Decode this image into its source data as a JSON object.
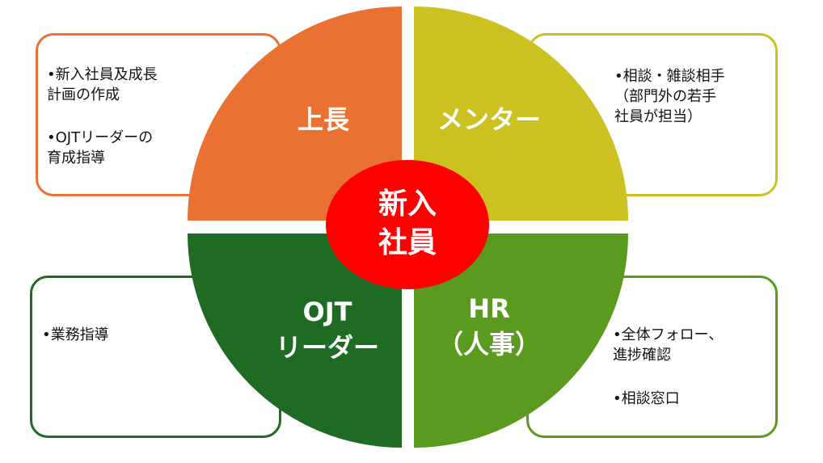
{
  "center": {
    "line1": "新入",
    "line2": "社員",
    "color": "#FF0000"
  },
  "quadrants": {
    "supervisor": {
      "label": "上長",
      "color": "#E97132",
      "items": [
        "•新入社員及成長\n 計画の作成",
        "•OJTリーダーの\n 育成指導"
      ]
    },
    "mentor": {
      "label": "メンター",
      "color": "#CBC120",
      "items": [
        "•相談・雑談相手\n （部門外の若手\n 社員が担当）"
      ]
    },
    "ojt": {
      "label": "OJT\nリーダー",
      "color": "#1E6B23",
      "items": [
        "•業務指導"
      ]
    },
    "hr": {
      "label": "HR\n（人事）",
      "color": "#5A9A1E",
      "items": [
        "•全体フォロー、\n 進捗確認",
        "•相談窓口"
      ]
    }
  }
}
